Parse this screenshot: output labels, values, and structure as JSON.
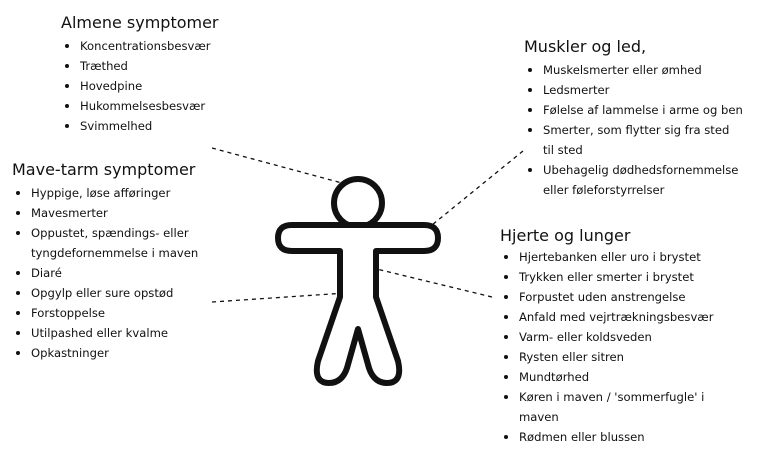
{
  "groups": {
    "almene": {
      "title": "Almene symptomer",
      "items": [
        "Koncentrationsbesvær",
        "Træthed",
        "Hovedpine",
        "Hukommelsesbesvær",
        "Svimmelhed"
      ]
    },
    "mave": {
      "title": "Mave-tarm symptomer",
      "items": [
        "Hyppige, løse afføringer",
        "Mavesmerter",
        "Oppustet, spændings- eller",
        "tyngdefornemmelse i maven",
        "Diaré",
        "Opgylp eller sure opstød",
        "Forstoppelse",
        "Utilpashed eller kvalme",
        "Opkastninger"
      ]
    },
    "muskler": {
      "title": "Muskler og led,",
      "items": [
        "Muskelsmerter eller ømhed",
        "Ledsmerter",
        "Følelse af lammelse i arme og ben",
        "Smerter, som flytter sig fra sted",
        "til sted",
        "Ubehagelig dødhedsfornemmelse",
        "eller føleforstyrrelser"
      ]
    },
    "hjerte": {
      "title": "Hjerte og lunger",
      "items": [
        "Hjertebanken eller uro i brystet",
        "Trykken eller smerter i brystet",
        "Forpustet uden anstrengelse",
        "Anfald med vejrtrækningsbesvær",
        "Varm- eller koldsveden",
        "Rysten eller sitren",
        "Mundtørhed",
        "Køren i maven / 'sommerfugle' i",
        "maven",
        "Rødmen eller blussen"
      ]
    }
  },
  "colors": {
    "text": "#111111",
    "figure_stroke": "#111111"
  },
  "icons": {
    "figure": "human-body-figure-icon"
  }
}
